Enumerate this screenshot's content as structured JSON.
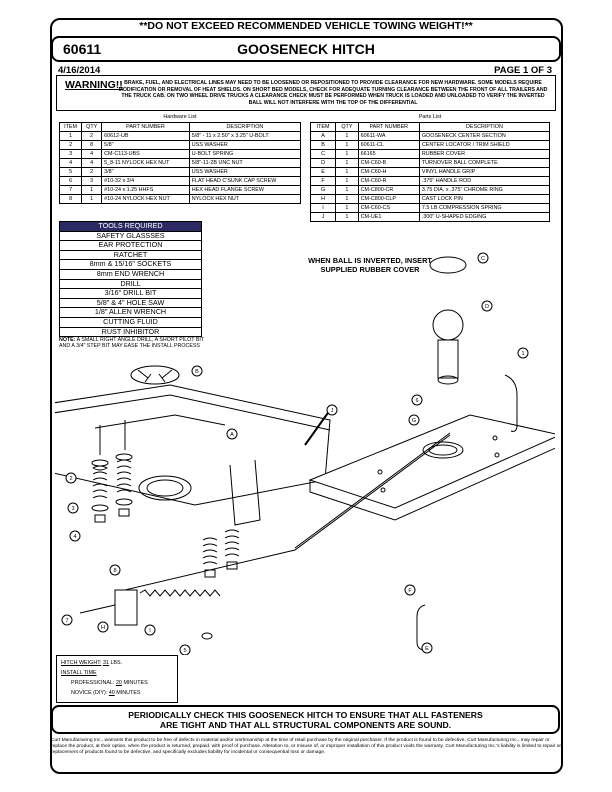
{
  "header": {
    "top_warning": "**DO NOT EXCEED RECOMMENDED VEHICLE TOWING WEIGHT!**",
    "part_number": "60611",
    "title": "GOOSENECK HITCH",
    "date": "4/16/2014",
    "page": "PAGE 1 OF 3"
  },
  "warning": {
    "label": "WARNING!!",
    "text": "BRAKE, FUEL, AND ELECTRICAL LINES MAY NEED TO BE LOOSENED OR REPOSITIONED TO PROVIDE CLEARANCE FOR NEW HARDWARE. SOME MODELS REQUIRE MODIFICATION OR REMOVAL OF HEAT SHIELDS. ON SHORT BED MODELS, CHECK FOR ADEQUATE TURNING CLEARANCE BETWEEN THE FRONT OF ALL TRAILERS AND THE TRUCK CAB. ON TWO WHEEL DRIVE TRUCKS A CLEARANCE CHECK MUST BE PERFORMED WHEN TRUCK IS LOADED AND UNLOADED TO VERIFY THE INVERTED BALL WILL NOT INTERFERE WITH THE TOP OF THE DIFFERENTIAL"
  },
  "hardware": {
    "caption": "Hardware List",
    "headers": [
      "ITEM",
      "QTY",
      "PART NUMBER",
      "DESCRIPTION"
    ],
    "rows": [
      [
        "1",
        "2",
        "60612-UB",
        "5/8\" - 11 x 2.50\" x 3.25\" U-BOLT"
      ],
      [
        "2",
        "8",
        "5/8\"",
        "USS WASHER"
      ],
      [
        "3",
        "4",
        "CM-C113-UBS",
        "U-BOLT SPRING"
      ],
      [
        "4",
        "4",
        "5_8-11 NYLOCK HEX NUT",
        "5/8\"-11-2B UNC NUT"
      ],
      [
        "5",
        "2",
        "3/8\"",
        "USS WASHER"
      ],
      [
        "6",
        "3",
        "#10-32 x 3/4",
        "FLAT HEAD C'SUNK CAP SCREW"
      ],
      [
        "7",
        "1",
        "#10-24 x 1.25 HHFS",
        "HEX HEAD FLANGE SCREW"
      ],
      [
        "8",
        "1",
        "#10-24 NYLOCK HEX NUT",
        "NYLOCK HEX NUT"
      ]
    ]
  },
  "parts": {
    "caption": "Parts List",
    "headers": [
      "ITEM",
      "QTY",
      "PART NUMBER",
      "DESCRIPTION"
    ],
    "rows": [
      [
        "A",
        "1",
        "60611-WA",
        "GOOSENECK CENTER SECTION"
      ],
      [
        "B",
        "1",
        "60611-CL",
        "CENTER LOCATOR / TRIM SHIELD"
      ],
      [
        "C",
        "1",
        "66165",
        "RUBBER COVER"
      ],
      [
        "D",
        "1",
        "CM-C60-B",
        "TURNOVER BALL COMPLETE"
      ],
      [
        "E",
        "1",
        "CM-C60-H",
        "VINYL HANDLE GRIP"
      ],
      [
        "F",
        "1",
        "CM-C60-R",
        ".375\" HANDLE ROD"
      ],
      [
        "G",
        "1",
        "CM-C800-CR",
        "3.75 DIA. x .375\" CHROME RING"
      ],
      [
        "H",
        "1",
        "CM-C800-CLP",
        "CAST LOCK PIN"
      ],
      [
        "I",
        "1",
        "CM-C60-CS",
        "7.5 LB COMPRESSION SPRING"
      ],
      [
        "J",
        "1",
        "CM-UE1",
        ".300\" U-SHAPED EDGING"
      ]
    ]
  },
  "tools": {
    "header": "TOOLS REQUIRED",
    "items": [
      "SAFETY GLASSSES",
      "EAR PROTECTION",
      "RATCHET",
      "8mm & 15/16\" SOCKETS",
      "8mm END WRENCH",
      "DRILL",
      "3/16\" DRILL BIT",
      "5/8\" & 4\" HOLE SAW",
      "1/8\" ALLEN WRENCH",
      "CUTTING FLUID",
      "RUST INHIBITOR"
    ]
  },
  "note": {
    "label": "NOTE:",
    "text": "A SMALL RIGHT ANGLE DRILL, A SHORT PILOT BIT AND A 3/4\" STEP BIT MAY EASE THE INSTALL PROCESS"
  },
  "diagram": {
    "callout": "WHEN BALL IS INVERTED, INSERT SUPPLIED RUBBER COVER",
    "labels": [
      "A",
      "B",
      "C",
      "D",
      "E",
      "F",
      "G",
      "H",
      "I",
      "J",
      "1",
      "2",
      "3",
      "4",
      "5",
      "6",
      "7",
      "8"
    ]
  },
  "specs": {
    "hitch_weight_label": "HITCH WEIGHT:",
    "hitch_weight_value": "31",
    "hitch_weight_unit": "LBS.",
    "install_time_label": "INSTALL TIME",
    "professional_label": "PROFESSIONAL:",
    "professional_value": "20",
    "novice_label": "NOVICE (DIY):",
    "novice_value": "40",
    "minutes": "MINUTES"
  },
  "periodic": {
    "line1": "PERIODICALLY CHECK THIS GOOSENECK HITCH TO ENSURE THAT ALL FASTENERS",
    "line2": "ARE TIGHT AND THAT ALL STRUCTURAL COMPONENTS ARE SOUND."
  },
  "warranty": "Curt Manufacturing Inc., warrants this product to be free of defects in material and/or workmanship at the time of retail purchase by the original purchaser. If the product is found to be defective, Curt Manufacturing Inc., may repair or replace the product, at their option, when the product is returned, prepaid, with proof of purchase. Alteration to, or misuse of, or improper installation of this product voids the warranty. Curt Manufacturing Inc.'s liability is limited to repair or replacement of products found to be defective, and specifically excludes liability for incidental or consequential loss or damage."
}
